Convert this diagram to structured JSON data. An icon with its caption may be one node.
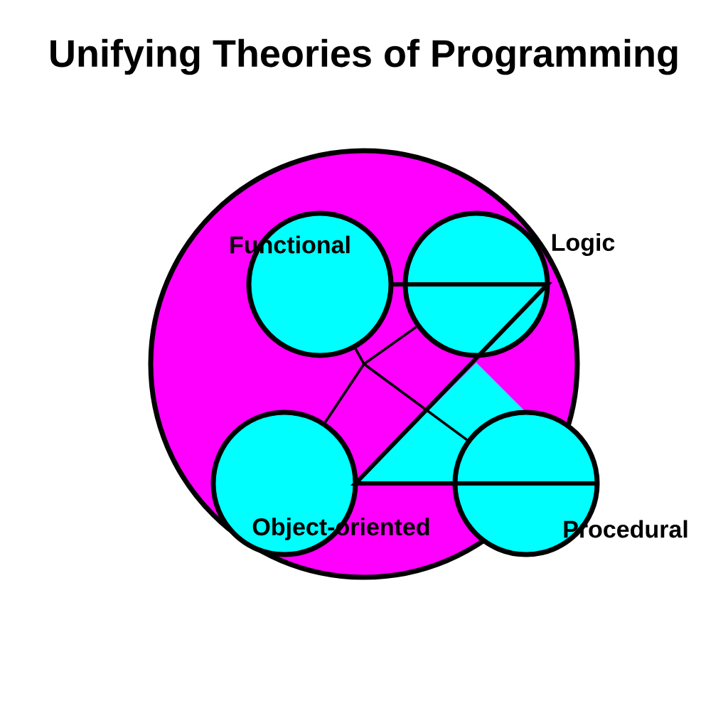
{
  "diagram": {
    "title": "Unifying Theories of Programming",
    "nodes": [
      {
        "text": [],
        "shape": "circle"
      },
      {
        "text": [
          "Functional"
        ],
        "in": 0
      },
      {
        "text": [
          "Logic"
        ],
        "in": 0
      },
      {
        "text": [
          "Object-oriented"
        ],
        "in": 0
      },
      {
        "text": [
          "Procedural"
        ],
        "in": 0
      }
    ],
    "edges": [
      {
        "from": 1,
        "to": 4,
        "arrow": "none"
      },
      {
        "from": 2,
        "to": 3,
        "arrow": "none"
      }
    ]
  }
}
